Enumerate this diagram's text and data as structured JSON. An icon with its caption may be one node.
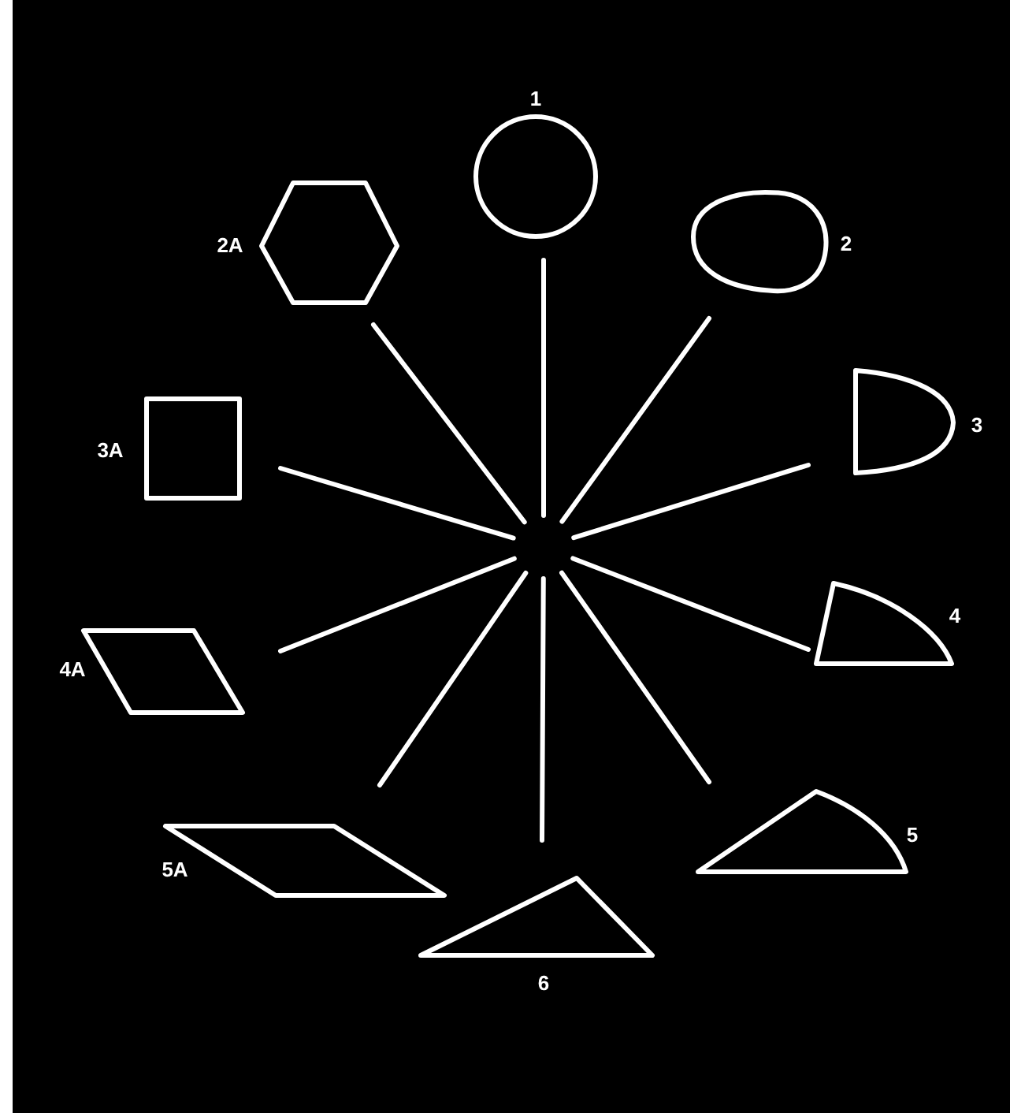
{
  "diagram": {
    "nodes": [
      {
        "text": [
          "1"
        ]
      },
      {
        "text": [
          "2A"
        ]
      },
      {
        "text": [
          "2"
        ]
      },
      {
        "text": [
          "3A"
        ]
      },
      {
        "text": [
          "3"
        ]
      },
      {
        "text": [
          "4A"
        ]
      },
      {
        "text": [
          "4"
        ]
      },
      {
        "text": [
          "5A"
        ]
      },
      {
        "text": [
          "5"
        ]
      },
      {
        "text": [
          "6"
        ]
      }
    ]
  }
}
